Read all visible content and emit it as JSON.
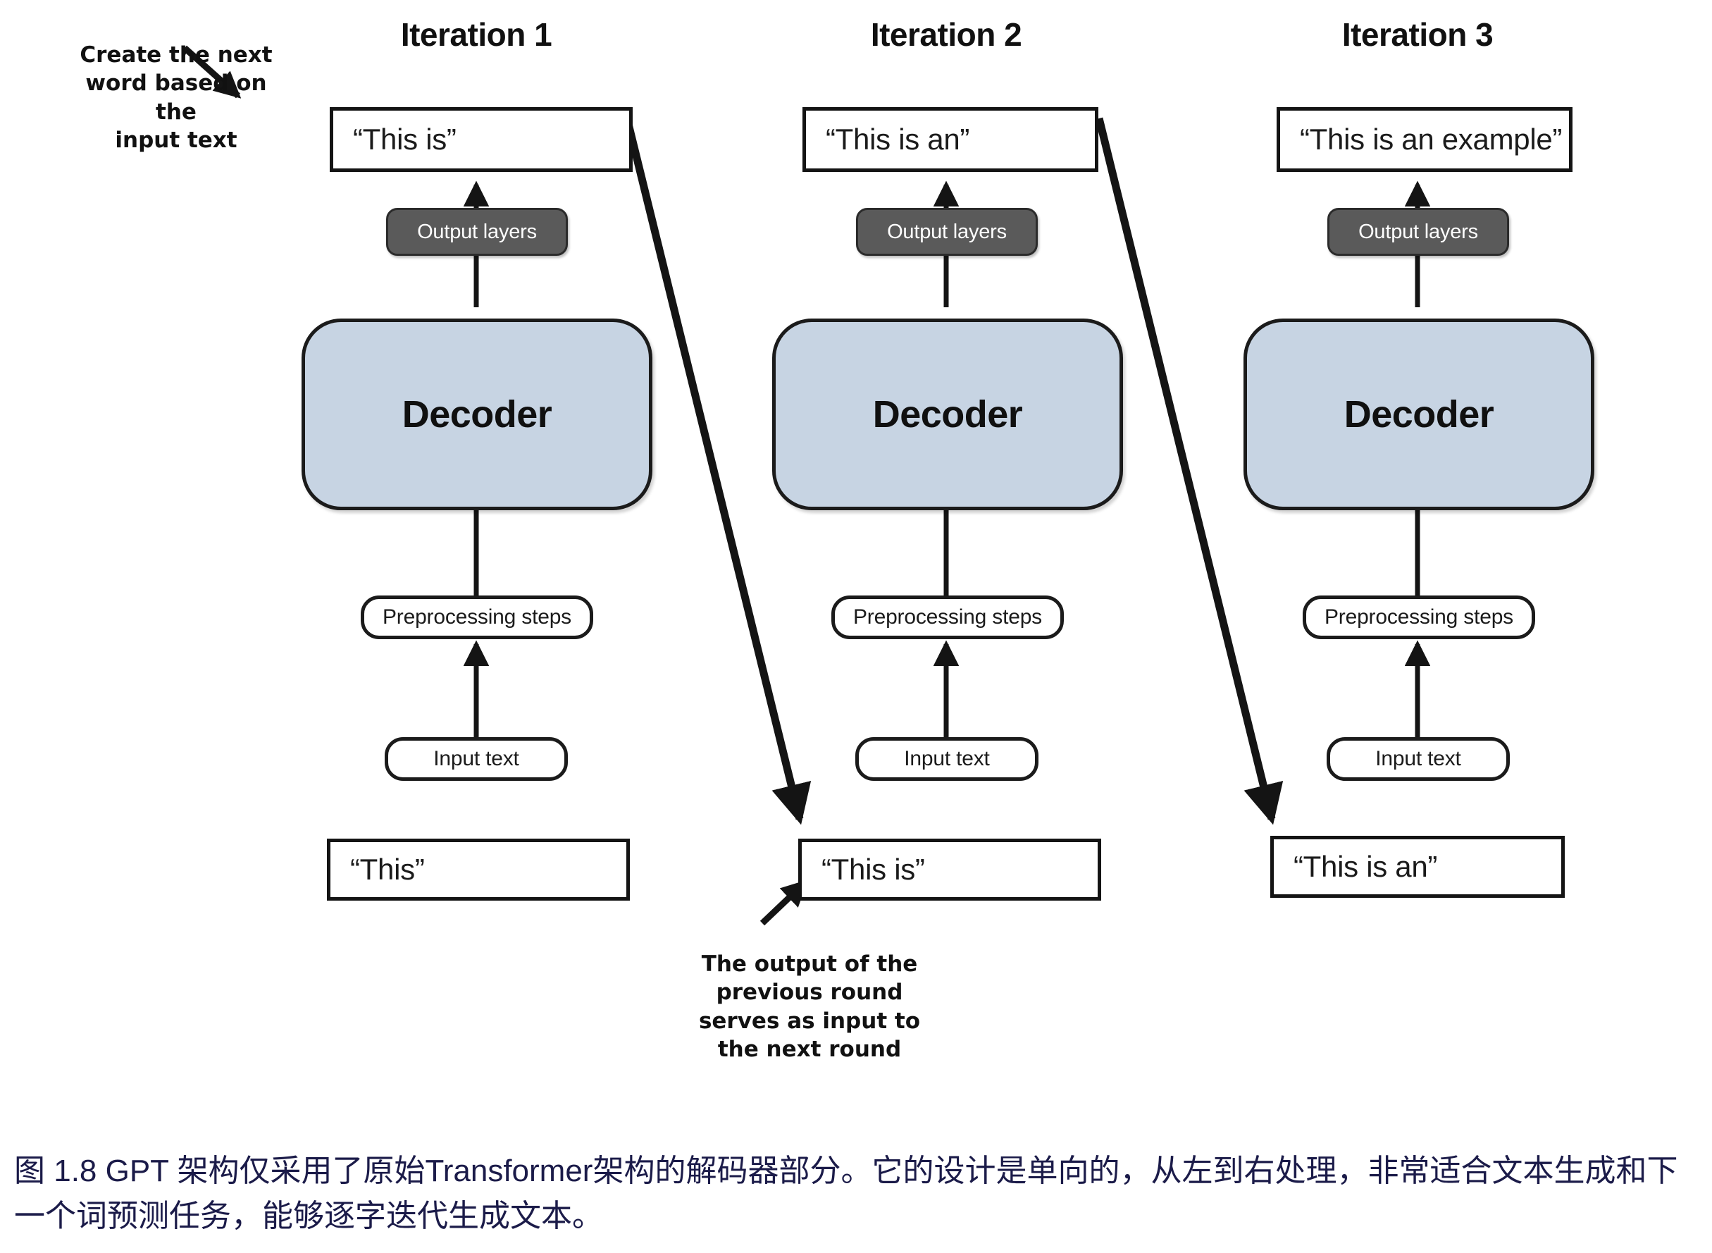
{
  "figure": {
    "caption": "图 1.8  GPT 架构仅采用了原始Transformer架构的解码器部分。它的设计是单向的，从左到右处理，非常适合文本生成和下一个词预测任务，能够逐字迭代生成文本。",
    "caption_color": "#1b1b49"
  },
  "colors": {
    "decoder_fill": "#c7d4e3",
    "output_layers_fill": "#5a5a5a",
    "stroke": "#141414",
    "page_bg": "#ffffff"
  },
  "annotations": {
    "top_left": "Create the next word based on the input text",
    "top_left_lines": [
      "Create the next",
      "word based on the",
      "input text"
    ],
    "bottom_center": "The output of the previous round serves as input to the next round",
    "bottom_center_lines": [
      "The output of the",
      "previous round",
      "serves as input to",
      "the next round"
    ]
  },
  "columns": [
    {
      "title": "Iteration 1",
      "output_text": "“This is”",
      "output_layers_label": "Output layers",
      "decoder_label": "Decoder",
      "preprocessing_label": "Preprocessing steps",
      "input_text_label": "Input text",
      "input_text_value": "“This”"
    },
    {
      "title": "Iteration 2",
      "output_text": "“This is an”",
      "output_layers_label": "Output layers",
      "decoder_label": "Decoder",
      "preprocessing_label": "Preprocessing steps",
      "input_text_label": "Input text",
      "input_text_value": "“This is”"
    },
    {
      "title": "Iteration 3",
      "output_text": "“This is an example”",
      "output_layers_label": "Output layers",
      "decoder_label": "Decoder",
      "preprocessing_label": "Preprocessing steps",
      "input_text_label": "Input text",
      "input_text_value": "“This is an”"
    }
  ]
}
